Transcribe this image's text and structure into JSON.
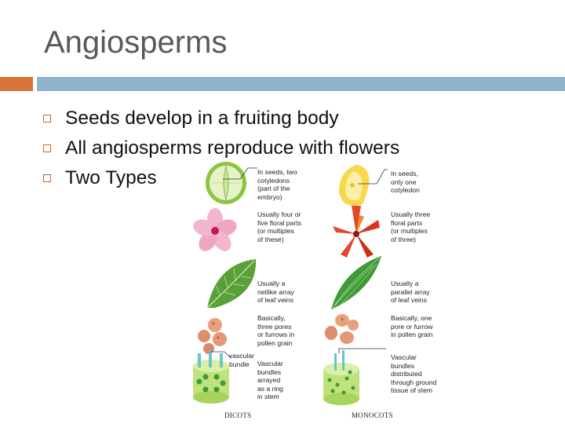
{
  "title": "Angiosperms",
  "bullets": [
    "Seeds develop in a fruiting body",
    "All angiosperms reproduce with flowers",
    "Two Types"
  ],
  "figure": {
    "dicot_labels": [
      "In seeds, two\ncotyledons\n(part of the\nembryo)",
      "Usually four or\nfive floral parts\n(or multiples\nof these)",
      "Usually a\nnetlike array\nof leaf veins",
      "Basically,\nthree pores\nor furrows in\npollen grain",
      "Vascular\nbundles\narrayed\nas a ring\nin stem"
    ],
    "monocot_labels": [
      "In seeds,\nonly one\ncotyledon",
      "Usually three\nfloral parts\n(or multiples\nof three)",
      "Usually a\nparallel array\nof leaf veins",
      "Basically, one\npore or furrow\nin pollen grain",
      "Vascular\nbundles\ndistributed\nthrough ground\ntissue of stem"
    ],
    "vascular_label": "vascular\nbundle",
    "dicots_caption": "DICOTS",
    "monocots_caption": "MONOCOTS"
  },
  "colors": {
    "accent": "#d9743b",
    "rule": "#8eb4cc",
    "title": "#595959"
  }
}
